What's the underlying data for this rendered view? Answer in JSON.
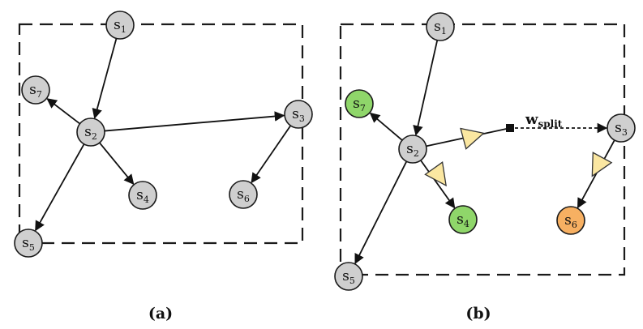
{
  "colors": {
    "node_default": "#cfcfcf",
    "node_green": "#8fd66a",
    "node_orange": "#f7b062",
    "triangle": "#fbe7a1"
  },
  "panel_a": {
    "caption": "(a)",
    "nodes": [
      {
        "id": "s1",
        "base": "s",
        "sub": "1",
        "color": "node_default"
      },
      {
        "id": "s2",
        "base": "s",
        "sub": "2",
        "color": "node_default"
      },
      {
        "id": "s3",
        "base": "s",
        "sub": "3",
        "color": "node_default"
      },
      {
        "id": "s4",
        "base": "s",
        "sub": "4",
        "color": "node_default"
      },
      {
        "id": "s5",
        "base": "s",
        "sub": "5",
        "color": "node_default"
      },
      {
        "id": "s6",
        "base": "s",
        "sub": "6",
        "color": "node_default"
      },
      {
        "id": "s7",
        "base": "s",
        "sub": "7",
        "color": "node_default"
      }
    ],
    "edges": [
      {
        "from": "s1",
        "to": "s2"
      },
      {
        "from": "s2",
        "to": "s7"
      },
      {
        "from": "s2",
        "to": "s3"
      },
      {
        "from": "s2",
        "to": "s4"
      },
      {
        "from": "s2",
        "to": "s5"
      },
      {
        "from": "s3",
        "to": "s6"
      }
    ]
  },
  "panel_b": {
    "caption": "(b)",
    "split_label_base": "w",
    "split_label_sub": "split",
    "nodes": [
      {
        "id": "s1",
        "base": "s",
        "sub": "1",
        "color": "node_default"
      },
      {
        "id": "s2",
        "base": "s",
        "sub": "2",
        "color": "node_default"
      },
      {
        "id": "s3",
        "base": "s",
        "sub": "3",
        "color": "node_default"
      },
      {
        "id": "s4",
        "base": "s",
        "sub": "4",
        "color": "node_green"
      },
      {
        "id": "s5",
        "base": "s",
        "sub": "5",
        "color": "node_default"
      },
      {
        "id": "s6",
        "base": "s",
        "sub": "6",
        "color": "node_orange"
      },
      {
        "id": "s7",
        "base": "s",
        "sub": "7",
        "color": "node_green"
      }
    ],
    "edges": [
      {
        "from": "s1",
        "to": "s2",
        "style": "solid"
      },
      {
        "from": "s2",
        "to": "s7",
        "style": "solid"
      },
      {
        "from": "s2",
        "to": "s5",
        "style": "solid"
      },
      {
        "from": "s2",
        "to": "s4",
        "style": "solid",
        "amplifier": true
      },
      {
        "from": "s2",
        "to": "s3",
        "style": "split",
        "amplifier": true
      },
      {
        "from": "s3",
        "to": "s6",
        "style": "solid",
        "amplifier": true
      }
    ]
  }
}
